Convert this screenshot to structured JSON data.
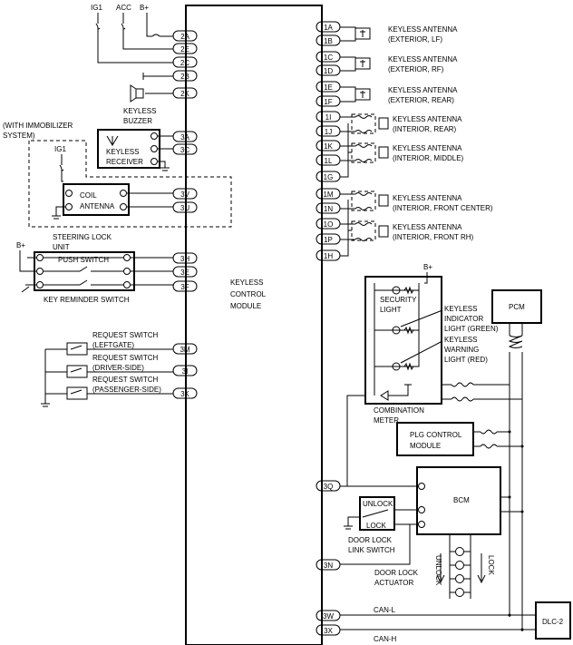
{
  "module": {
    "line1": "KEYLESS",
    "line2": "CONTROL",
    "line3": "MODULE"
  },
  "power": {
    "ig1": "IG1",
    "acc": "ACC",
    "bplus": "B+"
  },
  "left_pins": [
    "2A",
    "2E",
    "2C",
    "2B",
    "2K",
    "3A",
    "3C",
    "3V",
    "3U",
    "3H",
    "3E",
    "3F",
    "3M",
    "3I",
    "3K",
    "3Q",
    "3N",
    "3W",
    "3X"
  ],
  "right_pins": [
    "1A",
    "1B",
    "1C",
    "1D",
    "1E",
    "1F",
    "1I",
    "1J",
    "1K",
    "1L",
    "1G",
    "1M",
    "1N",
    "1O",
    "1P",
    "1H"
  ],
  "antennas": [
    {
      "line1": "KEYLESS ANTENNA",
      "line2": "(EXTERIOR, LF)"
    },
    {
      "line1": "KEYLESS ANTENNA",
      "line2": "(EXTERIOR, RF)"
    },
    {
      "line1": "KEYLESS ANTENNA",
      "line2": "(EXTERIOR, REAR)"
    },
    {
      "line1": "KEYLESS ANTENNA",
      "line2": "(INTERIOR, REAR)"
    },
    {
      "line1": "KEYLESS ANTENNA",
      "line2": "(INTERIOR, MIDDLE)"
    },
    {
      "line1": "KEYLESS ANTENNA",
      "line2": "(INTERIOR, FRONT CENTER)"
    },
    {
      "line1": "KEYLESS ANTENNA",
      "line2": "(INTERIOR, FRONT RH)"
    }
  ],
  "left_labels": {
    "buzzer1": "KEYLESS",
    "buzzer2": "BUZZER",
    "immo1": "(WITH IMMOBILIZER",
    "immo2": "SYSTEM)",
    "receiver1": "KEYLESS",
    "receiver2": "RECEIVER",
    "coil1": "COIL",
    "coil2": "ANTENNA",
    "ig1b": "IG1",
    "steer1": "STEERING LOCK",
    "steer2": "UNIT",
    "bplus2": "B+",
    "push": "PUSH SWITCH",
    "keyrem": "KEY REMINDER SWITCH",
    "req1a": "REQUEST SWITCH",
    "req1b": "(LEFTGATE)",
    "req2a": "REQUEST SWITCH",
    "req2b": "(DRIVER-SIDE)",
    "req3a": "REQUEST SWITCH",
    "req3b": "(PASSENGER-SIDE)"
  },
  "meter": {
    "bplus": "B+",
    "security1": "SECURITY",
    "security2": "LIGHT",
    "ind1": "KEYLESS",
    "ind2": "INDICATOR",
    "ind3": "LIGHT (GREEN)",
    "warn1": "KEYLESS",
    "warn2": "WARNING",
    "warn3": "LIGHT (RED)",
    "name1": "COMBINATION",
    "name2": "METER"
  },
  "pcm": "PCM",
  "plg1": "PLG CONTROL",
  "plg2": "MODULE",
  "bcm": "BCM",
  "door": {
    "unlock": "UNLOCK",
    "lock": "LOCK",
    "sw1": "DOOR LOCK",
    "sw2": "LINK SWITCH",
    "act1": "DOOR LOCK",
    "act2": "ACTUATOR",
    "arrow_unlock": "UNLOCK",
    "arrow_lock": "LOCK"
  },
  "can": {
    "low": "CAN-L",
    "high": "CAN-H"
  },
  "dlc": "DLC-2"
}
